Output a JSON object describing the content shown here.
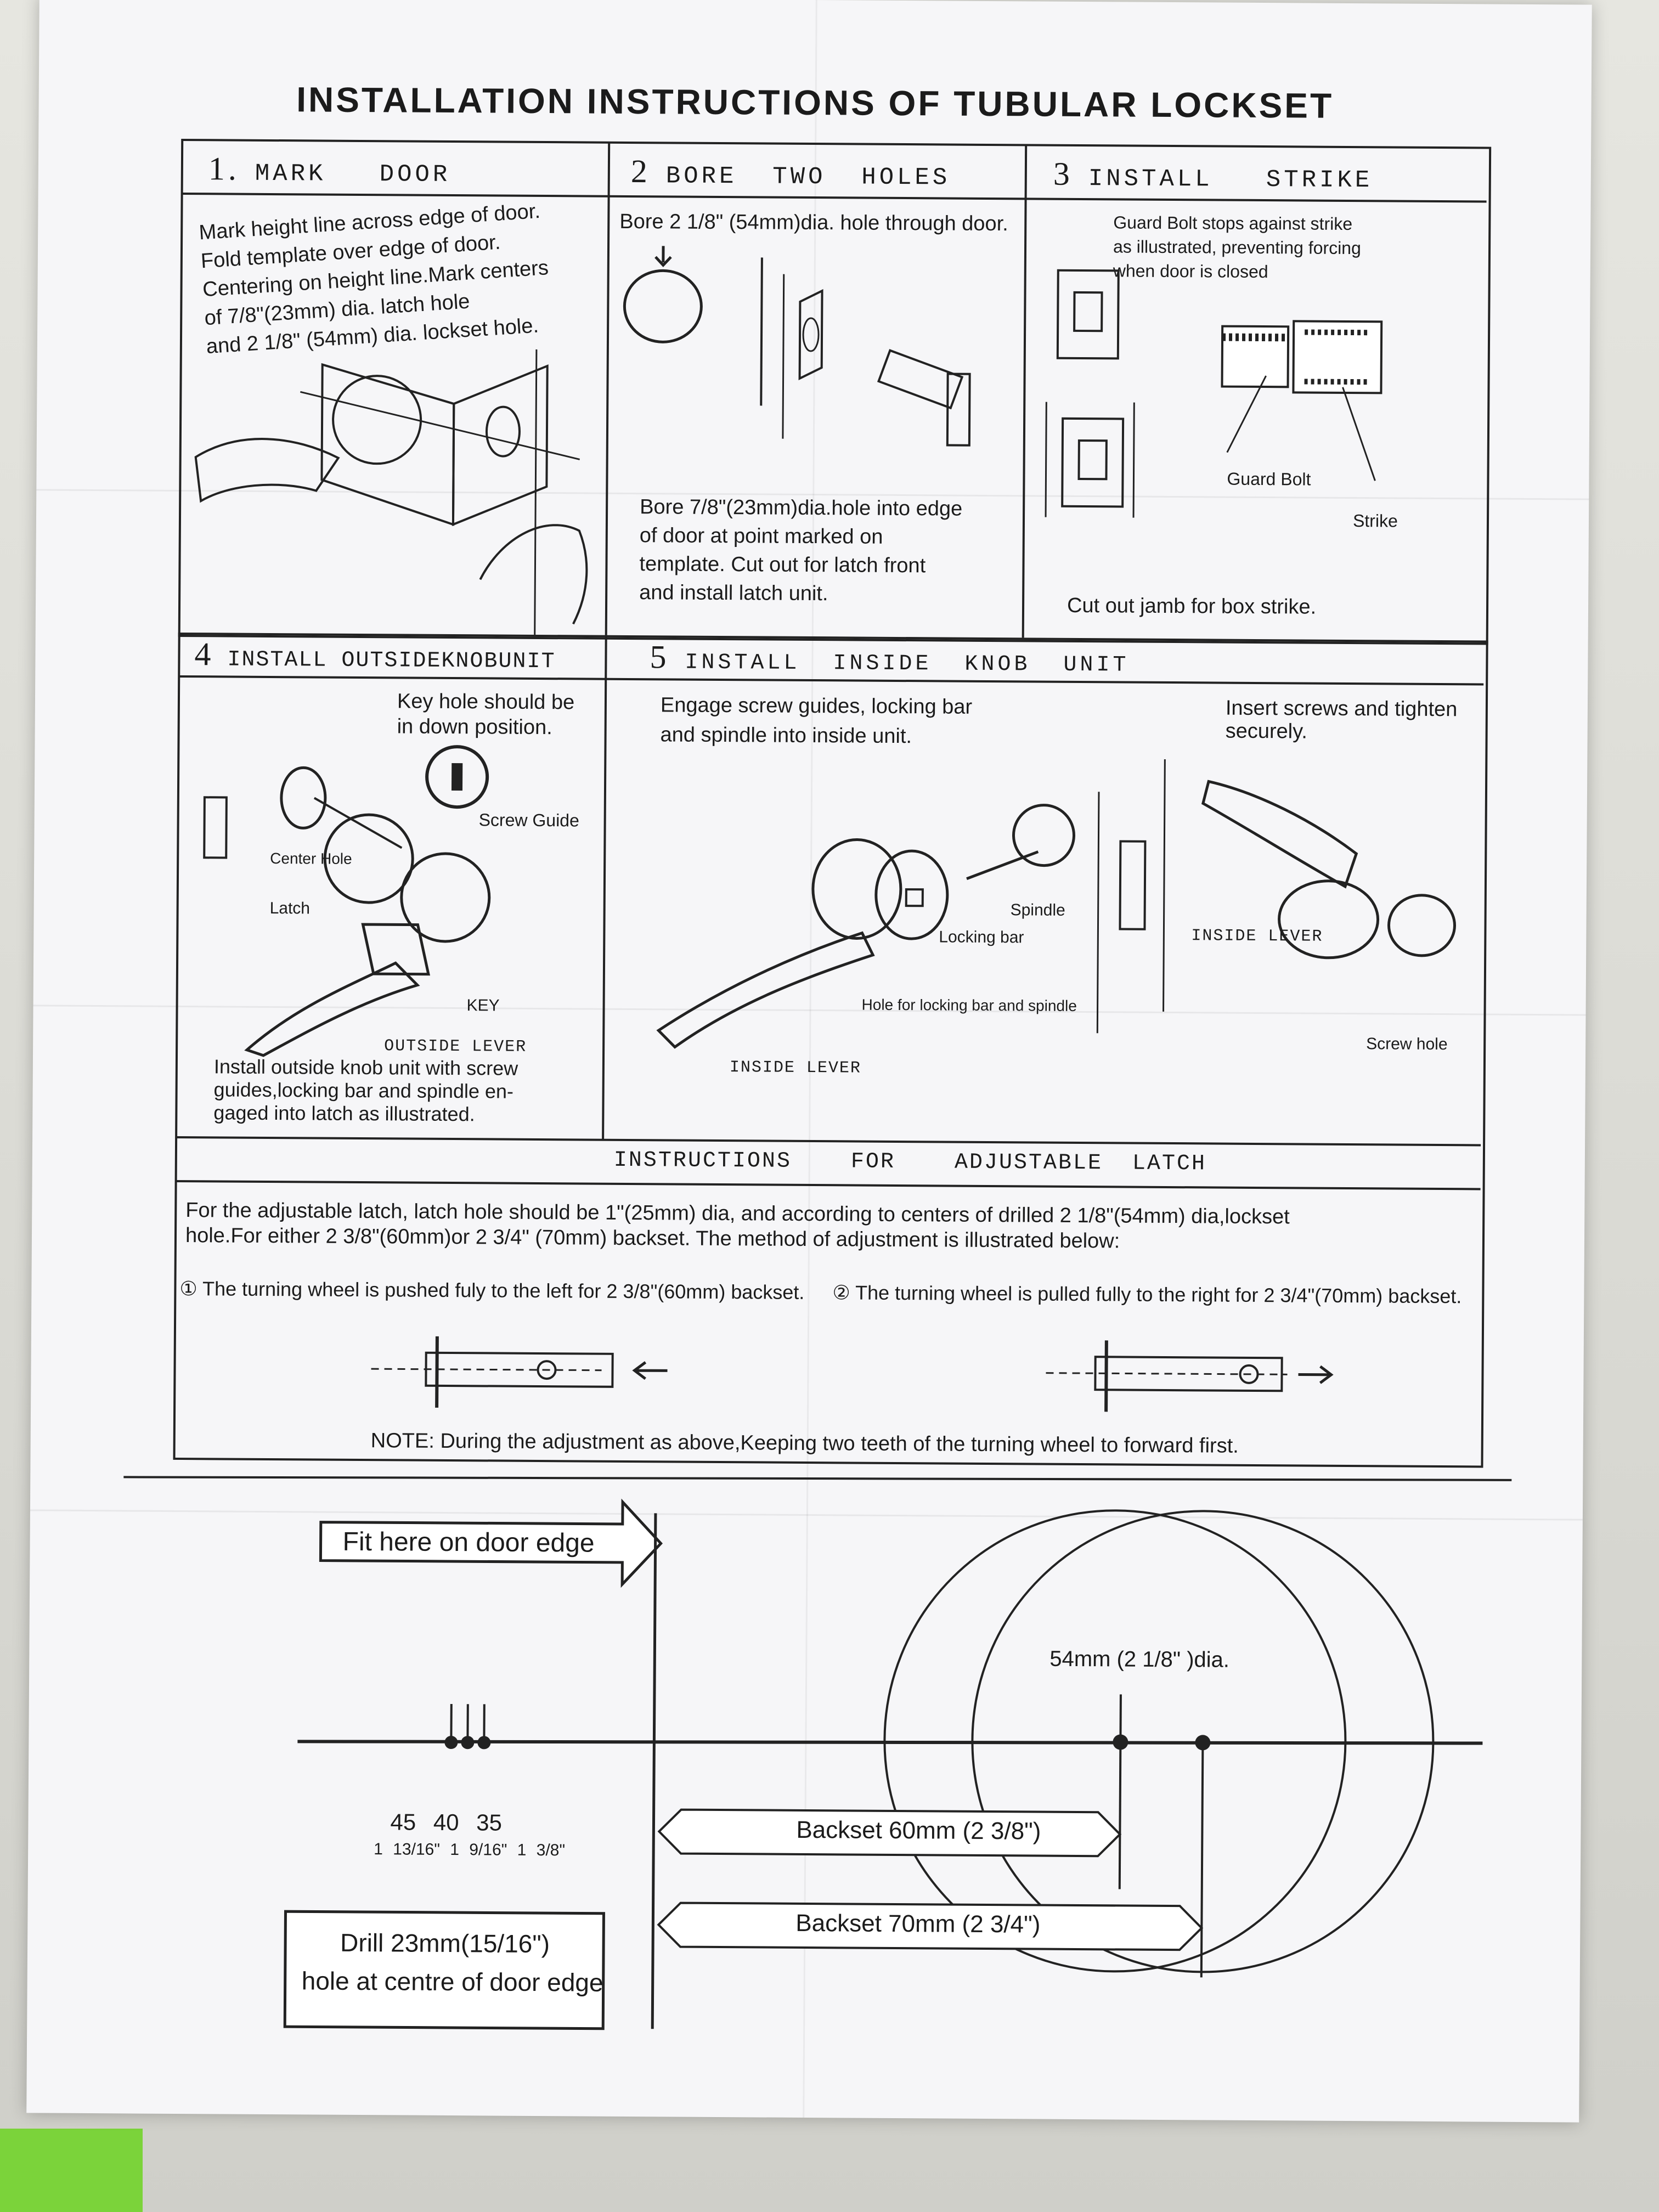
{
  "title": "INSTALLATION INSTRUCTIONS OF TUBULAR LOCKSET",
  "steps": [
    {
      "number": "1.",
      "heading": "MARK   DOOR",
      "text": "Mark height line across edge of door.\nFold template over edge of door.\nCentering on height line.Mark centers\nof 7/8\"(23mm) dia. latch hole\nand 2 1/8\" (54mm) dia. lockset hole."
    },
    {
      "number": "2",
      "heading": "BORE  TWO  HOLES",
      "text_top": "Bore 2 1/8\" (54mm)dia. hole through door.",
      "text_bottom": "Bore 7/8\"(23mm)dia.hole into edge\nof door at point marked on\ntemplate. Cut out for latch front\nand install latch unit."
    },
    {
      "number": "3",
      "heading": "INSTALL   STRIKE",
      "text_top": "Guard Bolt stops against strike\nas illustrated, preventing forcing\nwhen door is closed",
      "guard_bolt": "Guard Bolt",
      "strike": "Strike",
      "text_bottom": "Cut  out  jamb  for  box strike."
    },
    {
      "number": "4",
      "heading": "INSTALL OUTSIDEKNOBUNIT",
      "key_note": "Key hole should be\nin down position.",
      "screw_guide": "Screw Guide",
      "center_hole": "Center Hole",
      "latch": "Latch",
      "key": "KEY",
      "outside_lever": "OUTSIDE LEVER",
      "text_bottom": "Install outside knob unit with screw\nguides,locking bar and spindle en-\ngaged into latch as illustrated."
    },
    {
      "number": "5",
      "heading": "INSTALL  INSIDE  KNOB  UNIT",
      "text_left": "Engage screw guides, locking bar\nand spindle into inside unit.",
      "text_right": "Insert screws and tighten\nsecurely.",
      "spindle": "Spindle",
      "locking_bar": "Locking bar",
      "hole_label": "Hole for locking bar and spindle",
      "inside_lever_1": "INSIDE LEVER",
      "inside_lever_2": "INSIDE LEVER",
      "screw_hole": "Screw hole"
    }
  ],
  "adjustable": {
    "heading": "INSTRUCTIONS    FOR    ADJUSTABLE  LATCH",
    "text": "For the adjustable latch, latch hole should be 1\"(25mm) dia, and according to centers of drilled  2 1/8\"(54mm) dia,lockset\nhole.For either 2 3/8\"(60mm)or 2 3/4\" (70mm) backset. The method of adjustment is illustrated below:",
    "item1": "① The turning wheel is pushed fuly to the left for 2 3/8\"(60mm) backset.",
    "item2": "② The turning wheel is pulled fully to the right  for 2 3/4\"(70mm) backset.",
    "note": "NOTE: During the adjustment as above,Keeping two teeth of the turning wheel to forward first."
  },
  "template": {
    "fit_here": "Fit here on door edge",
    "dia": "54mm (2 1/8\" )dia.",
    "marks": [
      "45",
      "40",
      "35"
    ],
    "marks_in": [
      "1 13/16\"",
      "1 9/16\"",
      "1 3/8\""
    ],
    "backset_60": "Backset  60mm (2 3/8\")",
    "backset_70": "Backset  70mm (2 3/4\")",
    "drill_1": "Drill 23mm(15/16\")",
    "drill_2": "hole at centre of door edge"
  }
}
